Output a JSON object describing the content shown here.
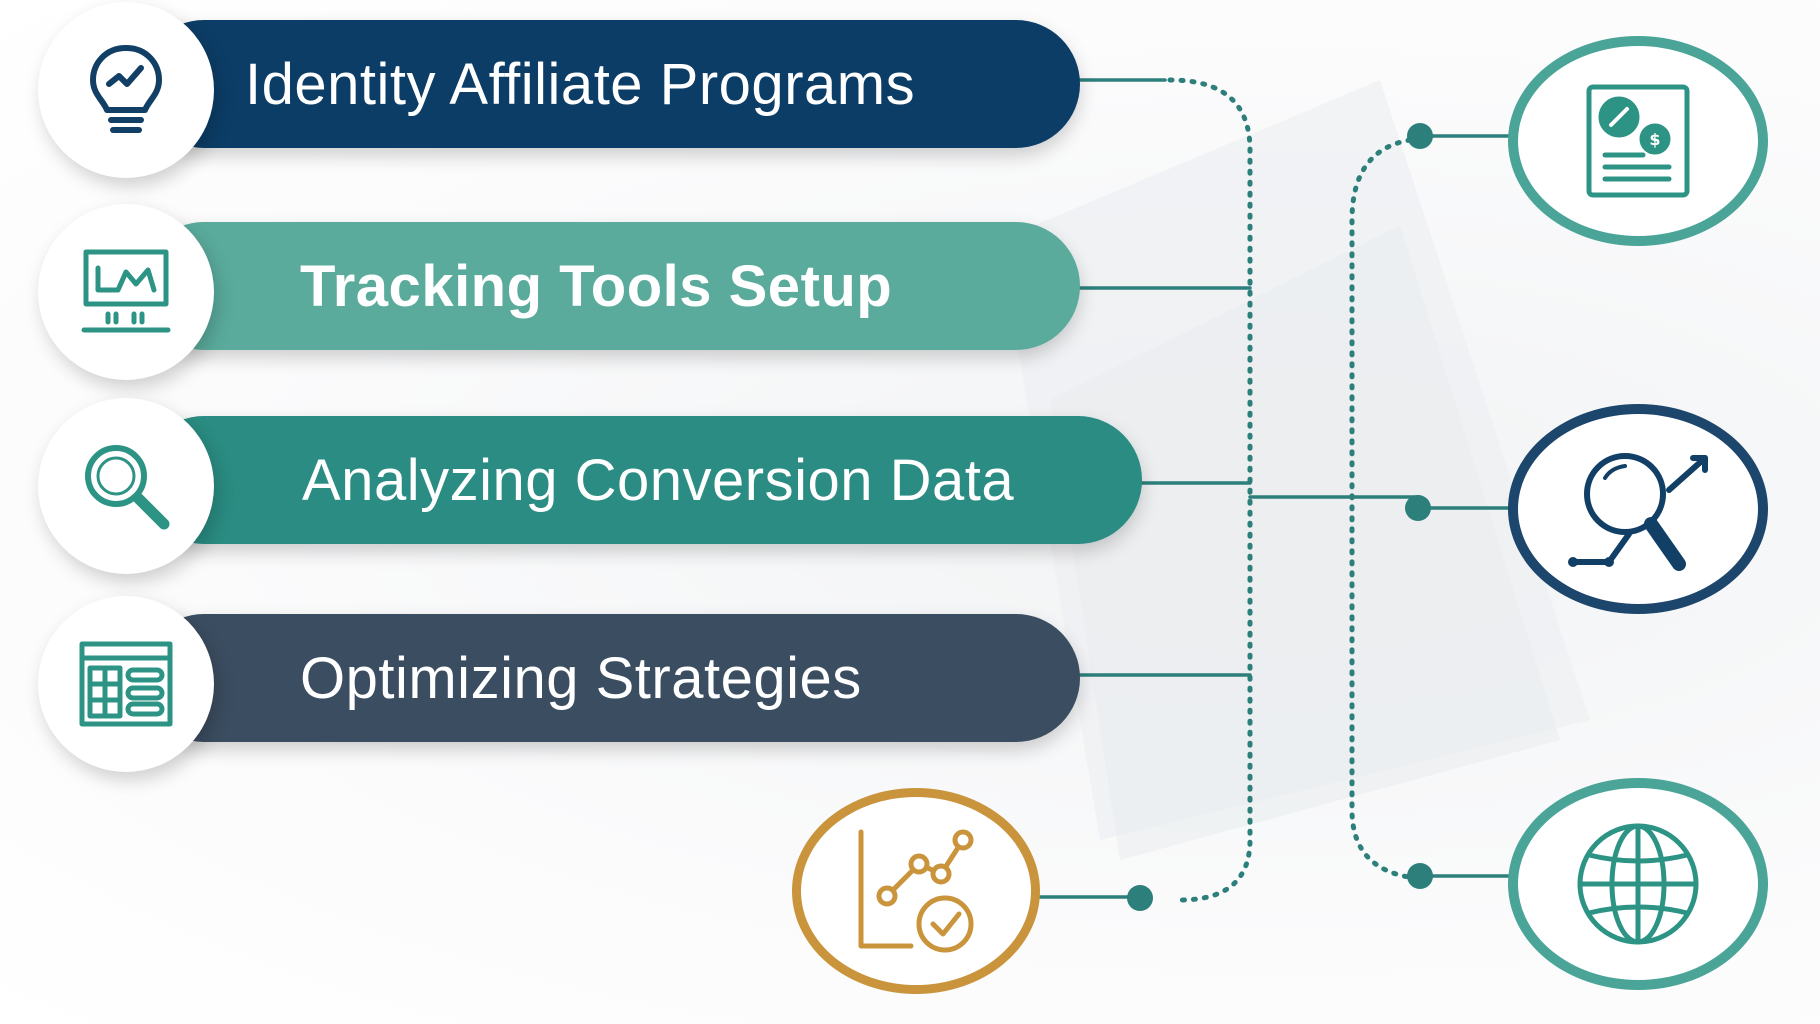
{
  "steps": [
    {
      "label": "Identity Affiliate Programs",
      "icon": "lightbulb-icon",
      "color": "#0c3d66"
    },
    {
      "label": "Tracking Tools Setup",
      "icon": "monitor-chart-icon",
      "color": "#5aab9c"
    },
    {
      "label": "Analyzing Conversion Data",
      "icon": "magnifier-icon",
      "color": "#2a8c82"
    },
    {
      "label": "Optimizing Strategies",
      "icon": "dashboard-layout-icon",
      "color": "#3b4d60"
    }
  ],
  "nodes": [
    {
      "icon": "invoice-dollar-icon",
      "color": "#4aa497"
    },
    {
      "icon": "search-analytics-icon",
      "color": "#1d466c"
    },
    {
      "icon": "globe-icon",
      "color": "#4aa497"
    },
    {
      "icon": "growth-chart-check-icon",
      "color": "#c9943b"
    }
  ],
  "colors": {
    "connector": "#2c7f7a",
    "icon_teal": "#2d9485",
    "icon_navy": "#123f66"
  }
}
